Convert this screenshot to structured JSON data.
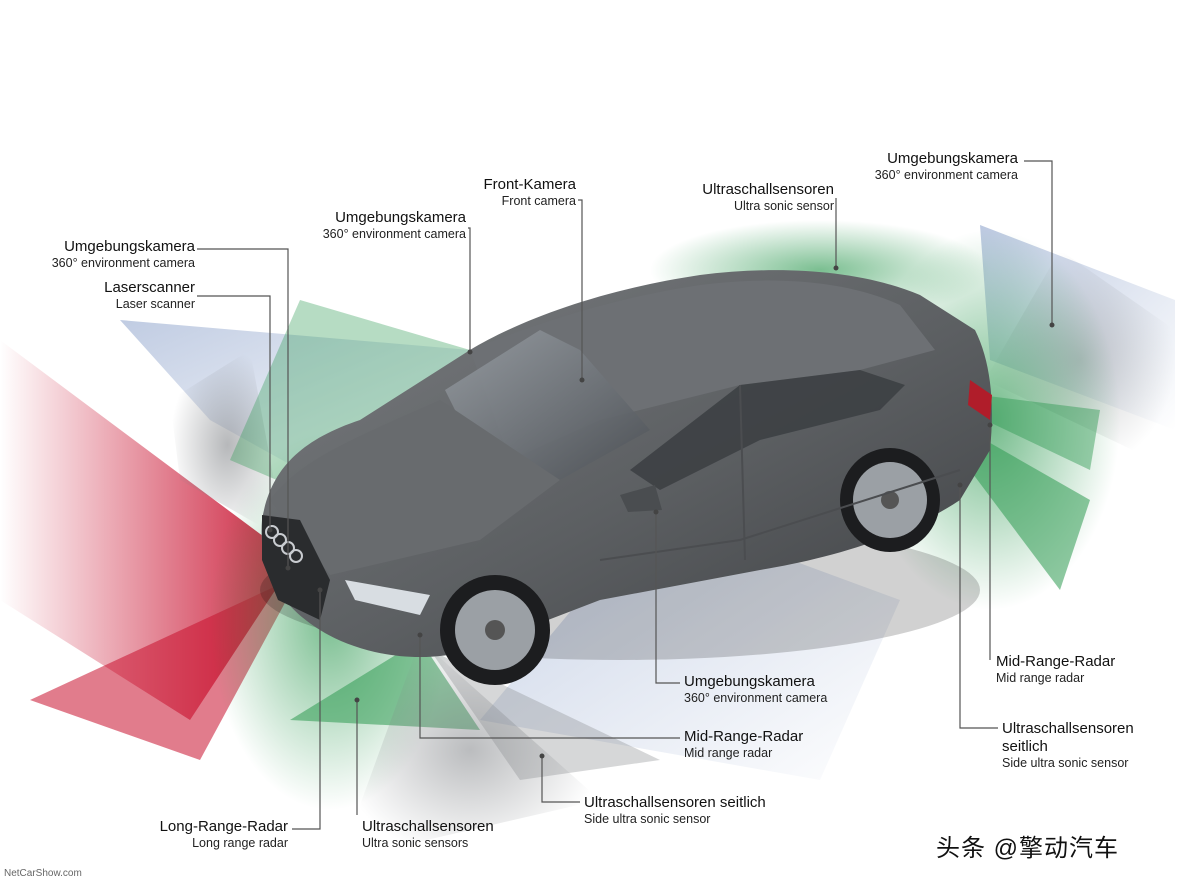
{
  "labels": {
    "front_kamera": {
      "de": "Front-Kamera",
      "en": "Front camera"
    },
    "ultraschall_top": {
      "de": "Ultraschallsensoren",
      "en": "Ultra sonic sensor"
    },
    "umgebung_top_right": {
      "de": "Umgebungskamera",
      "en": "360° environment camera"
    },
    "umgebung_mid": {
      "de": "Umgebungskamera",
      "en": "360° environment camera"
    },
    "umgebung_left": {
      "de": "Umgebungskamera",
      "en": "360° environment camera"
    },
    "laserscanner": {
      "de": "Laserscanner",
      "en": "Laser scanner"
    },
    "umgebung_mirror": {
      "de": "Umgebungskamera",
      "en": "360° environment camera"
    },
    "midrange_rear": {
      "de": "Mid-Range-Radar",
      "en": "Mid range radar"
    },
    "ultraschall_seitlich_rear": {
      "de_line1": "Ultraschallsensoren",
      "de_line2": "seitlich",
      "en": "Side ultra sonic sensor"
    },
    "midrange_front": {
      "de": "Mid-Range-Radar",
      "en": "Mid range radar"
    },
    "ultraschall_seitlich_front": {
      "de": "Ultraschallsensoren seitlich",
      "en": "Side ultra sonic sensor"
    },
    "longrange": {
      "de": "Long-Range-Radar",
      "en": "Long range radar"
    },
    "ultraschall_bottom": {
      "de": "Ultraschallsensoren",
      "en": "Ultra sonic sensors"
    }
  },
  "watermark": "NetCarShow.com",
  "brand": "头条 @擎动汽车",
  "colors": {
    "radar_red": "#d0243a",
    "ultrasonic_green": "#2f9a52",
    "camera_blue": "#8fa4cc",
    "grey_zone": "#8a8d90",
    "car_body": "#5f6265",
    "line": "#555555"
  }
}
